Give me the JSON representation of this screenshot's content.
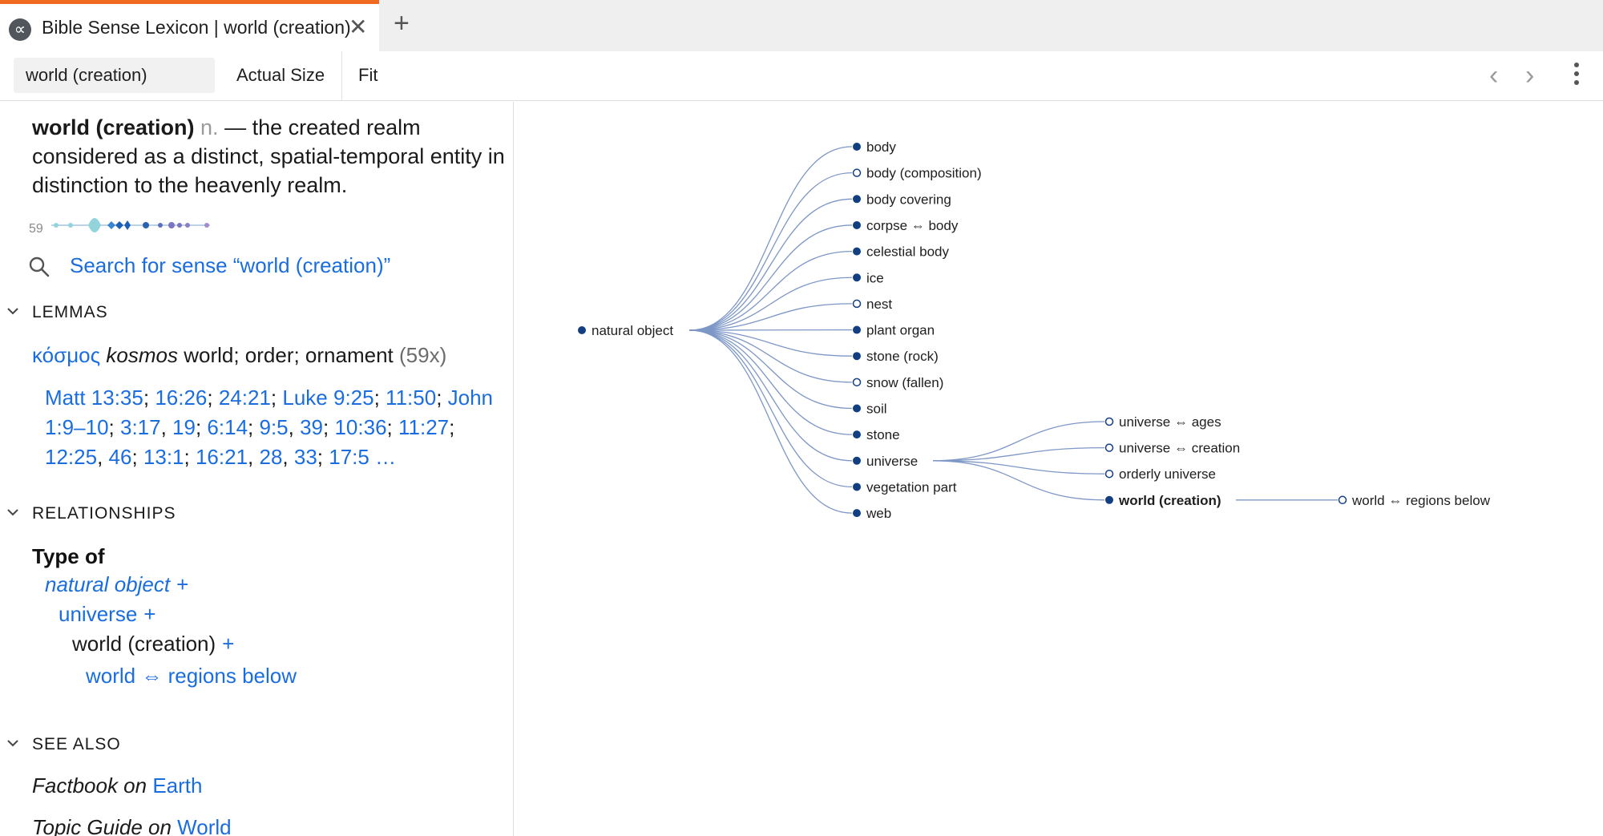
{
  "tab": {
    "logo_glyph": "∝",
    "title": "Bible Sense Lexicon | world (creation)",
    "close_glyph": "✕",
    "add_glyph": "+"
  },
  "toolbar": {
    "search_value": "world (creation)",
    "actual_size_label": "Actual Size",
    "fit_label": "Fit",
    "back_glyph": "‹",
    "forward_glyph": "›"
  },
  "definition": {
    "headword": "world (creation)",
    "pos": "n.",
    "text": " — the created realm considered as a distinct, spatial-temporal entity in distinction to the heavenly realm."
  },
  "frequency": {
    "count": "59"
  },
  "search_sense": {
    "label": "Search for sense “world (creation)”"
  },
  "sections": {
    "lemmas": "LEMMAS",
    "relationships": "RELATIONSHIPS",
    "see_also": "SEE ALSO"
  },
  "lemma": {
    "greek": "κόσμος",
    "translit": "kosmos",
    "gloss": " world; order; ornament ",
    "count": "(59x)"
  },
  "references": [
    {
      "t": "Matt 13:35",
      "s": "; "
    },
    {
      "t": "16:26",
      "s": "; "
    },
    {
      "t": "24:21",
      "s": "; "
    },
    {
      "t": "Luke 9:25",
      "s": "; "
    },
    {
      "t": "11:50",
      "s": "; "
    },
    {
      "t": "John 1:9–10",
      "s": "; "
    },
    {
      "t": "3:17",
      "s": ", "
    },
    {
      "t": "19",
      "s": "; "
    },
    {
      "t": "6:14",
      "s": "; "
    },
    {
      "t": "9:5",
      "s": ", "
    },
    {
      "t": "39",
      "s": "; "
    },
    {
      "t": "10:36",
      "s": "; "
    },
    {
      "t": "11:27",
      "s": "; "
    },
    {
      "t": "12:25",
      "s": ", "
    },
    {
      "t": "46",
      "s": "; "
    },
    {
      "t": "13:1",
      "s": "; "
    },
    {
      "t": "16:21",
      "s": ", "
    },
    {
      "t": "28",
      "s": ", "
    },
    {
      "t": "33",
      "s": "; "
    },
    {
      "t": "17:5 …",
      "s": ""
    }
  ],
  "relationships": {
    "type_label": "Type of",
    "level1": "natural object",
    "level2": "universe",
    "level3": "world (creation)",
    "level4": "world ⇔ regions below",
    "plus": "+"
  },
  "see_also": {
    "factbook_prefix": "Factbook on ",
    "factbook_link": "Earth",
    "topic_prefix": "Topic Guide on ",
    "topic_link": "World"
  },
  "graph": {
    "root": {
      "label": "natural object",
      "filled": true
    },
    "children": [
      {
        "label": "body",
        "filled": true
      },
      {
        "label": "body (composition)",
        "filled": false
      },
      {
        "label": "body covering",
        "filled": true
      },
      {
        "label": "corpse ⇔ body",
        "filled": true
      },
      {
        "label": "celestial body",
        "filled": true
      },
      {
        "label": "ice",
        "filled": true
      },
      {
        "label": "nest",
        "filled": false
      },
      {
        "label": "plant organ",
        "filled": true
      },
      {
        "label": "stone (rock)",
        "filled": true
      },
      {
        "label": "snow (fallen)",
        "filled": false
      },
      {
        "label": "soil",
        "filled": true
      },
      {
        "label": "stone",
        "filled": true
      },
      {
        "label": "universe",
        "filled": true
      },
      {
        "label": "vegetation part",
        "filled": true
      },
      {
        "label": "web",
        "filled": true
      }
    ],
    "universe_children": [
      {
        "label": "universe ⇔ ages",
        "filled": false
      },
      {
        "label": "universe ⇔ creation",
        "filled": false
      },
      {
        "label": "orderly universe",
        "filled": false
      },
      {
        "label": "world (creation)",
        "filled": true,
        "bold": true
      }
    ],
    "world_children": [
      {
        "label": "world ⇔ regions below",
        "filled": false
      }
    ],
    "colors": {
      "node": "#123f82",
      "edge": "#7d97c6"
    }
  }
}
